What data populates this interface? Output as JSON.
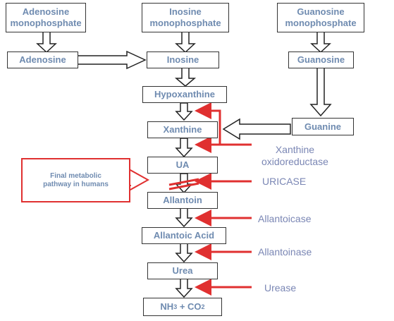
{
  "nodes": {
    "amp": "Adenosine monophosphate",
    "imp": "Inosine monophosphate",
    "gmp": "Guanosine monophosphate",
    "adenosine": "Adenosine",
    "inosine": "Inosine",
    "guanosine": "Guanosine",
    "hypoxanthine": "Hypoxanthine",
    "xanthine": "Xanthine",
    "guanine": "Guanine",
    "ua": "UA",
    "allantoin": "Allantoin",
    "allantoic_acid": "Allantoic Acid",
    "urea": "Urea",
    "final_nh3": "NH",
    "final_sub3": "3",
    "final_plus": " + CO",
    "final_sub2": "2"
  },
  "enzymes": {
    "xo_line1": "Xanthine",
    "xo_line2": "oxidoreductase",
    "uricase": "URICASE",
    "allantoicase": "Allantoicase",
    "allantoinase": "Allantoinase",
    "urease": "Urease"
  },
  "callout": "Final metabolic pathway in humans",
  "colors": {
    "box_text": "#6f8bb0",
    "enzyme_text": "#7a86b4",
    "red": "#e03030"
  }
}
